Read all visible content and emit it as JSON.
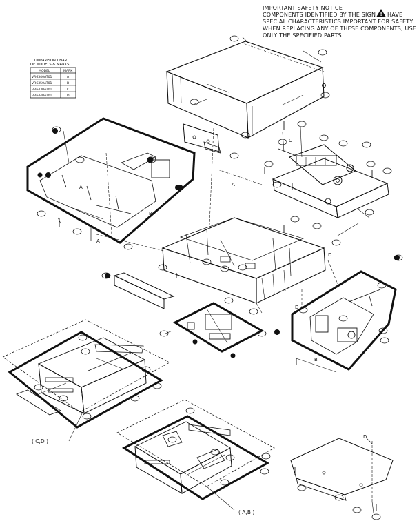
{
  "safety_notice": {
    "lines": [
      "IMPORTANT SAFETY NOTICE",
      "COMPONENTS IDENTIFIED BY THE SIGN",
      "SPECIAL CHARACTERISTICS IMPORTANT FOR SAFETY",
      "WHEN REPLACING ANY OF THESE COMPONENTS, USE",
      "ONLY THE SPECIFIED PARTS"
    ],
    "have_word": "HAVE"
  },
  "comparison_chart": {
    "title_lines": [
      "COMPARISON CHART",
      "OF MODELS & MARKS"
    ],
    "headers": [
      "MODEL",
      "MARK"
    ],
    "rows": [
      {
        "model": "VR6340AT01",
        "mark": "A"
      },
      {
        "model": "VR6350AT01",
        "mark": "B"
      },
      {
        "model": "VR6430AT01",
        "mark": "C"
      },
      {
        "model": "VR6440AT01",
        "mark": "D"
      }
    ]
  },
  "letter_labels": {
    "A1": "A",
    "A2": "A",
    "A3": "A",
    "B1": "B",
    "B2": "B",
    "C1": "C",
    "D1": "D",
    "D2": "D",
    "D3": "D"
  },
  "group_labels": {
    "cd": "( C,D )",
    "ab": "( A,B )"
  }
}
